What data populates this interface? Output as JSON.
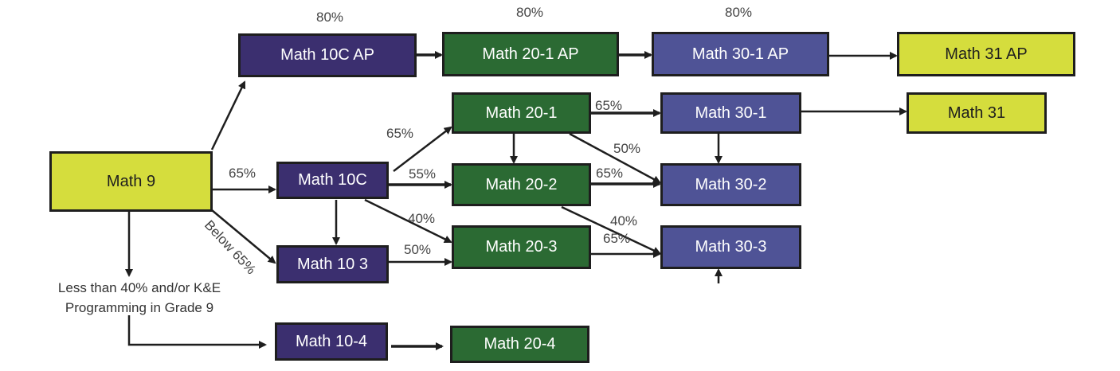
{
  "courses": {
    "math9": "Math 9",
    "math10c_ap": "Math 10C AP",
    "math20_1_ap": "Math 20-1 AP",
    "math30_1_ap": "Math 30-1 AP",
    "math31_ap": "Math 31 AP",
    "math10c": "Math 10C",
    "math10_3": "Math 10 3",
    "math10_4": "Math 10-4",
    "math20_1": "Math 20-1",
    "math20_2": "Math 20-2",
    "math20_3": "Math 20-3",
    "math20_4": "Math 20-4",
    "math30_1": "Math 30-1",
    "math30_2": "Math 30-2",
    "math30_3": "Math 30-3",
    "math31": "Math 31"
  },
  "labels": {
    "ap1": "80%",
    "ap2": "80%",
    "ap3": "80%",
    "m9_to_10c": "65%",
    "m9_to_10_3": "Below 65%",
    "m10c_to_20_1": "65%",
    "m10c_to_20_2": "55%",
    "m10c_to_20_3": "40%",
    "m10_3_to_20_3": "50%",
    "m20_1_to_30_1": "65%",
    "m20_1_to_30_2": "50%",
    "m20_2_to_30_2": "65%",
    "m20_2_to_30_3": "40%",
    "m20_3_to_30_3": "65%"
  },
  "note": {
    "line1": "Less than 40% and/or K&E",
    "line2": "Programming in Grade 9"
  },
  "colors": {
    "grade10": "#3b2f6f",
    "grade20": "#2b6a33",
    "grade30": "#4f5396",
    "math9_31": "#d5dd3d"
  }
}
